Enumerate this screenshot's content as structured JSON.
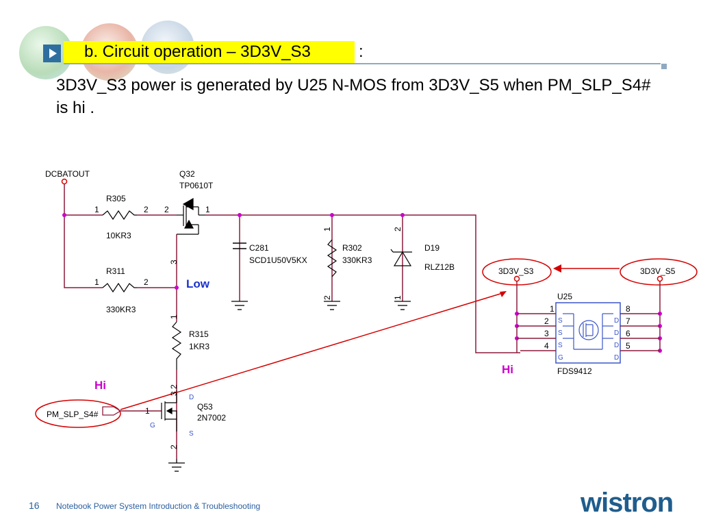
{
  "slide": {
    "title": "b. Circuit operation – 3D3V_S3",
    "title_suffix": ":",
    "body": "3D3V_S3 power is generated by U25 N-MOS from 3D3V_S5  when PM_SLP_S4# is hi .",
    "page_number": "16",
    "footer": "Notebook Power System Introduction & Troubleshooting",
    "logo": "wistron"
  },
  "schematic": {
    "dcbatout": "DCBATOUT",
    "q32_ref": "Q32",
    "q32_part": "TP0610T",
    "r305_ref": "R305",
    "r305_val": "10KR3",
    "r311_ref": "R311",
    "r311_val": "330KR3",
    "c281_ref": "C281",
    "c281_val": "SCD1U50V5KX",
    "r302_ref": "R302",
    "r302_val": "330KR3",
    "d19_ref": "D19",
    "d19_part": "RLZ12B",
    "r315_ref": "R315",
    "r315_val": "1KR3",
    "q53_ref": "Q53",
    "q53_part": "2N7002",
    "q53_d": "D",
    "q53_g": "G",
    "q53_s": "S",
    "pm_slp": "PM_SLP_S4#",
    "net_s3": "3D3V_S3",
    "net_s5": "3D3V_S5",
    "u25_ref": "U25",
    "u25_part": "FDS9412",
    "low_label": "Low",
    "hi_label_left": "Hi",
    "hi_label_right": "Hi",
    "pins": {
      "r305_1": "1",
      "r305_2": "2",
      "q32_2": "2",
      "q32_1": "1",
      "q32_3": "3",
      "r311_1": "1",
      "r311_2": "2",
      "r315_1": "1",
      "r315_2": "2",
      "q53_3": "3",
      "q53_1": "1",
      "q53_2": "2",
      "r302_1": "1",
      "r302_2": "2",
      "d19_2": "2",
      "d19_1": "1",
      "u25_l": [
        "1",
        "2",
        "3",
        "4"
      ],
      "u25_r": [
        "8",
        "7",
        "6",
        "5"
      ],
      "u25_pin_letters_l": [
        "S",
        "S",
        "S",
        "G"
      ],
      "u25_pin_letters_r": [
        "D",
        "D",
        "D",
        "D"
      ]
    }
  },
  "colors": {
    "wire": "#8b1a3a",
    "highlight": "#ffff00",
    "annotation": "#d40000",
    "low_text": "#1a33cc",
    "hi_text": "#cc00cc",
    "ic": "#3b55c8"
  }
}
